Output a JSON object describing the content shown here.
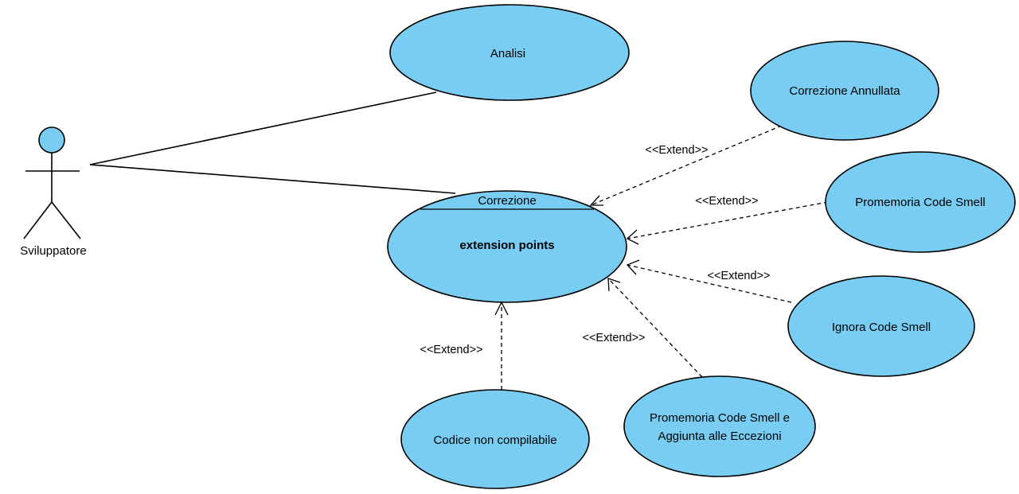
{
  "diagram": {
    "actor": {
      "name": "Sviluppatore"
    },
    "use_cases": {
      "analisi": "Analisi",
      "correzione_title": "Correzione",
      "correzione_extension": "extension points",
      "correzione_annullata": "Correzione Annullata",
      "promemoria": "Promemoria Code Smell",
      "ignora": "Ignora Code Smell",
      "promemoria_eccezioni_line1": "Promemoria Code Smell e",
      "promemoria_eccezioni_line2": "Aggiunta alle Eccezioni",
      "codice": "Codice non compilabile"
    },
    "relations": {
      "extend_label": "<<Extend>>"
    },
    "colors": {
      "use_case_fill": "#79cdf2",
      "stroke": "#000000"
    }
  }
}
